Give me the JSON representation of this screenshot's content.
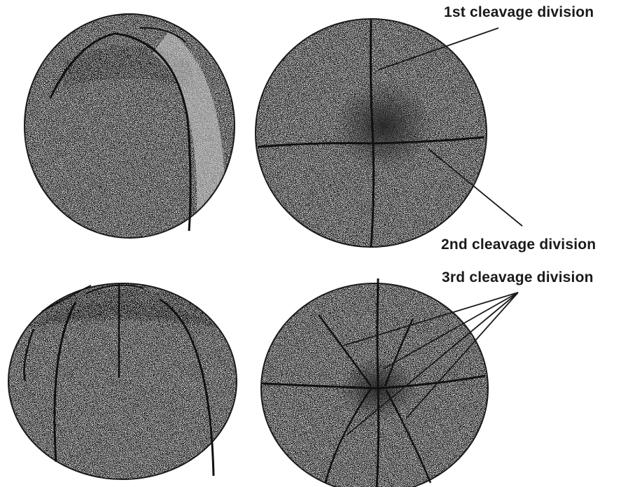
{
  "labels": {
    "first": "1st cleavage division",
    "second": "2nd cleavage division",
    "third": "3rd cleavage division"
  },
  "colors": {
    "ink": "#1a1a1a",
    "shade_dark": "#5a5a5a",
    "shade_mid": "#8c8c8c",
    "shade_light": "#d9d9d9",
    "background": "#ffffff"
  }
}
